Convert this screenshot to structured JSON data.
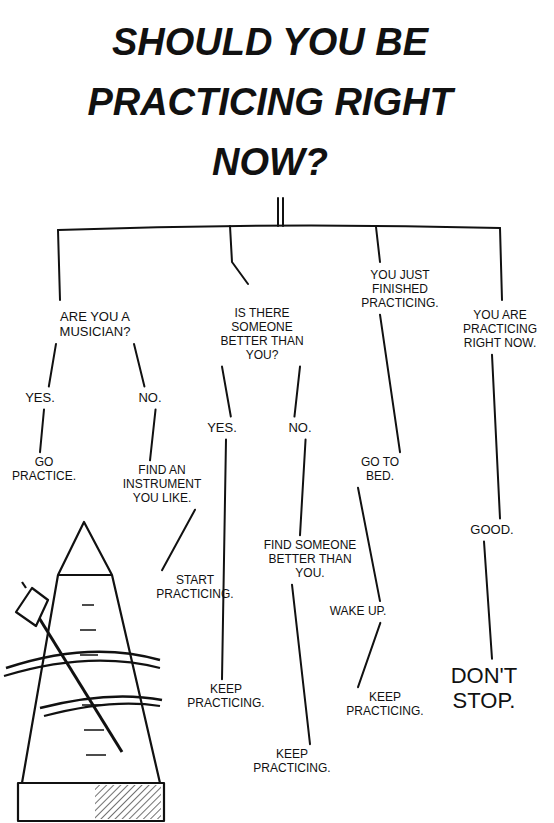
{
  "diagram": {
    "title": "SHOULD YOU BE PRACTICING RIGHT NOW?",
    "nodes": [
      {
        "text": [
          "ARE YOU A MUSICIAN?"
        ]
      },
      {
        "text": [
          "YES."
        ]
      },
      {
        "text": [
          "NO."
        ]
      },
      {
        "text": [
          "GO PRACTICE."
        ]
      },
      {
        "text": [
          "FIND AN INSTRUMENT YOU LIKE."
        ]
      },
      {
        "text": [
          "START PRACTICING."
        ]
      },
      {
        "text": [
          "IS THERE SOMEONE BETTER THAN YOU?"
        ]
      },
      {
        "text": [
          "YES."
        ]
      },
      {
        "text": [
          "NO."
        ]
      },
      {
        "text": [
          "KEEP PRACTICING."
        ]
      },
      {
        "text": [
          "FIND SOMEONE BETTER THAN YOU."
        ]
      },
      {
        "text": [
          "KEEP PRACTICING."
        ]
      },
      {
        "text": [
          "YOU JUST FINISHED PRACTICING."
        ]
      },
      {
        "text": [
          "GO TO BED."
        ]
      },
      {
        "text": [
          "WAKE UP."
        ]
      },
      {
        "text": [
          "KEEP PRACTICING."
        ]
      },
      {
        "text": [
          "YOU ARE PRACTICING RIGHT NOW."
        ]
      },
      {
        "text": [
          "GOOD."
        ]
      },
      {
        "text": [
          "DON'T STOP."
        ]
      }
    ],
    "edges": [
      {
        "from": 0,
        "to": 1,
        "arrow": "none"
      },
      {
        "from": 0,
        "to": 2,
        "arrow": "none"
      },
      {
        "from": 1,
        "to": 3,
        "arrow": "none"
      },
      {
        "from": 2,
        "to": 4,
        "arrow": "none"
      },
      {
        "from": 4,
        "to": 5,
        "arrow": "none"
      },
      {
        "from": 6,
        "to": 7,
        "arrow": "none"
      },
      {
        "from": 6,
        "to": 8,
        "arrow": "none"
      },
      {
        "from": 7,
        "to": 9,
        "arrow": "none"
      },
      {
        "from": 8,
        "to": 10,
        "arrow": "none"
      },
      {
        "from": 10,
        "to": 11,
        "arrow": "none"
      },
      {
        "from": 12,
        "to": 13,
        "arrow": "none"
      },
      {
        "from": 13,
        "to": 14,
        "arrow": "none"
      },
      {
        "from": 14,
        "to": 15,
        "arrow": "none"
      },
      {
        "from": 16,
        "to": 17,
        "arrow": "none"
      },
      {
        "from": 17,
        "to": 18,
        "arrow": "none"
      }
    ]
  }
}
